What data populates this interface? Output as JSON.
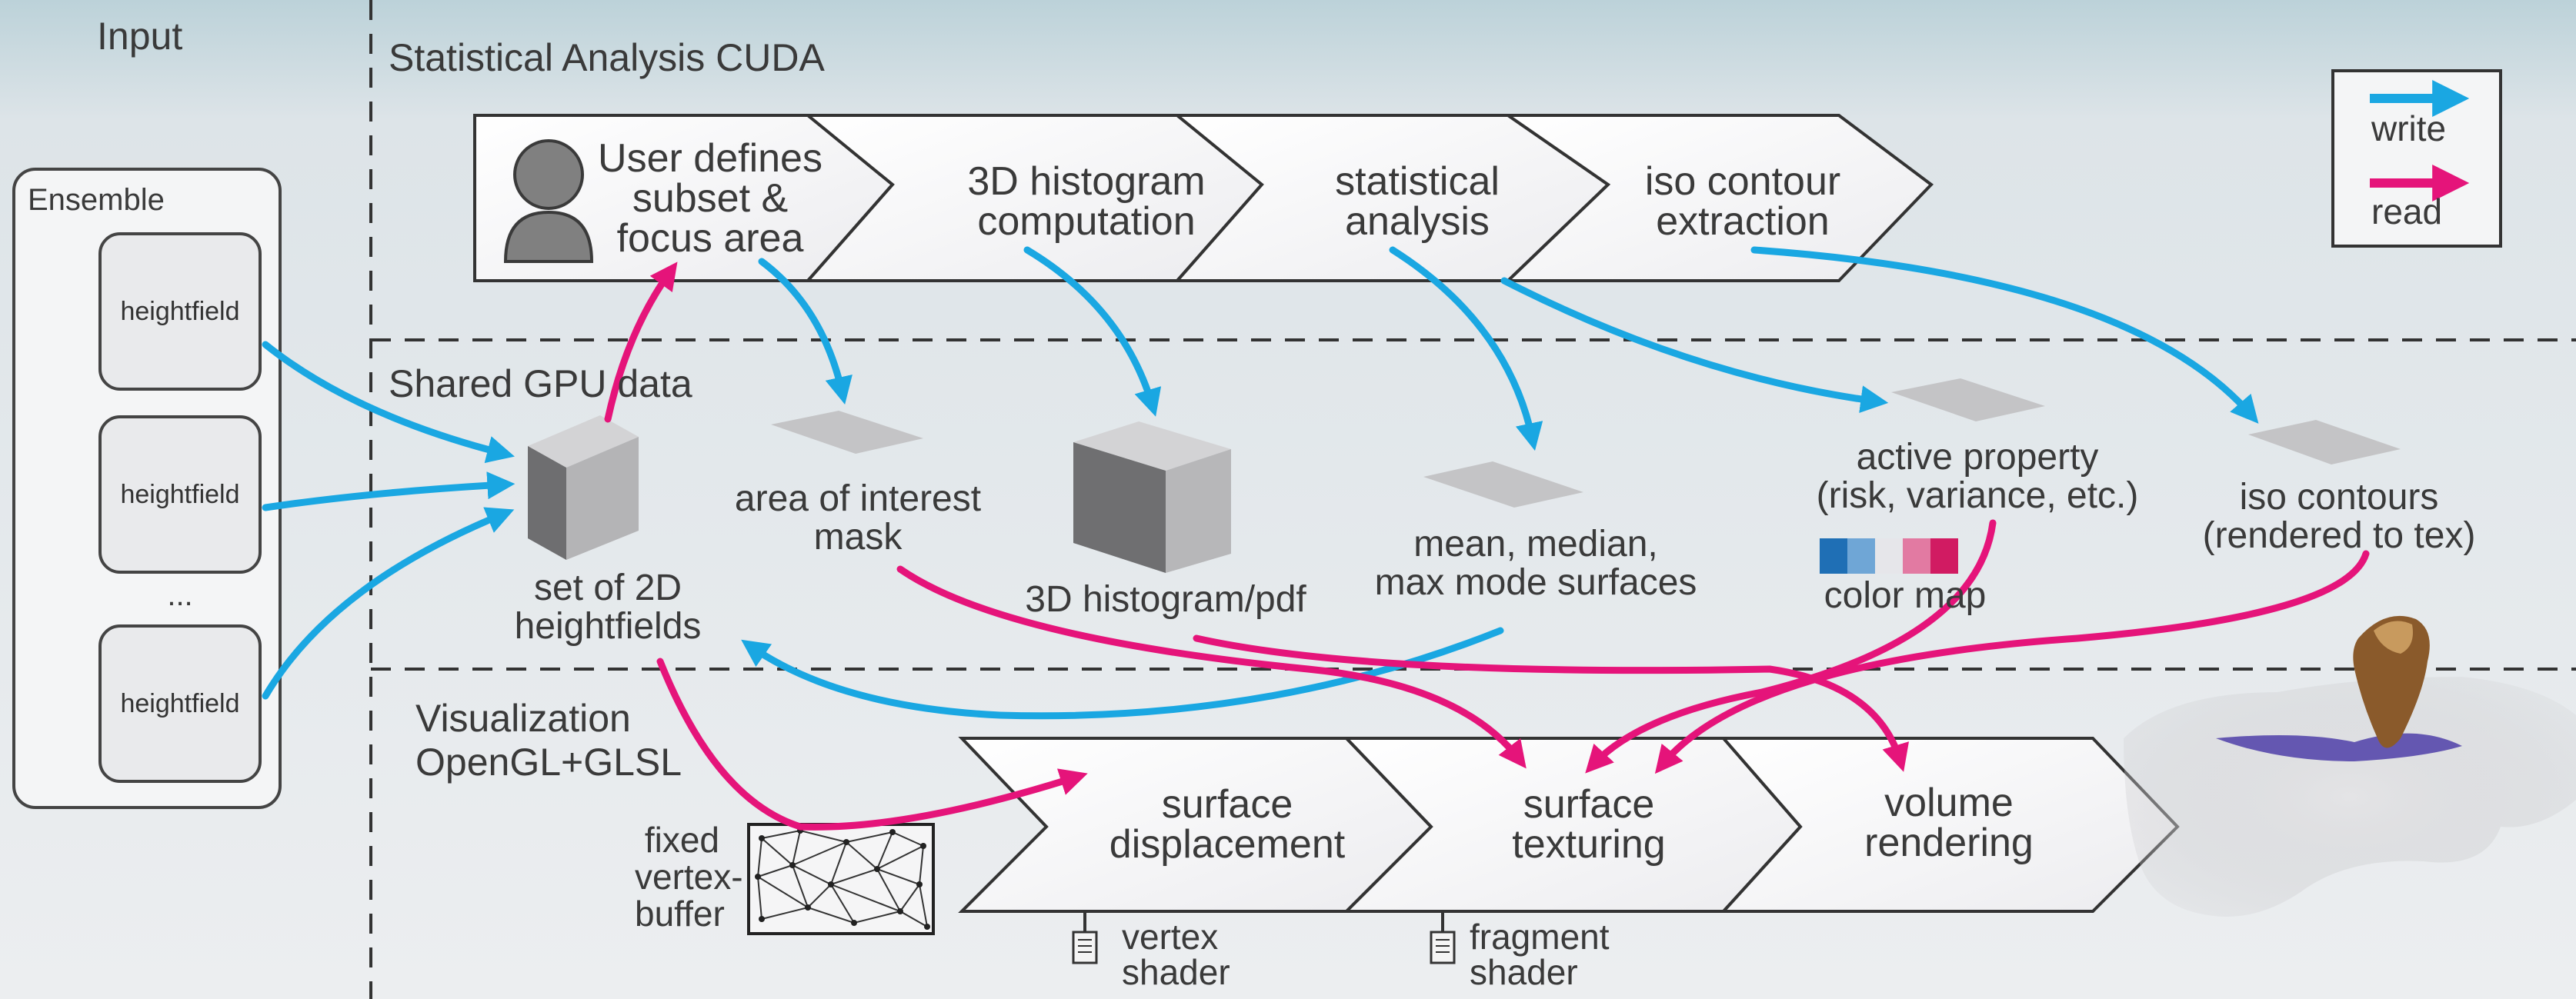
{
  "sections": {
    "input": "Input",
    "stats": "Statistical Analysis CUDA",
    "shared": "Shared GPU data",
    "vis_line1": "Visualization",
    "vis_line2": "OpenGL+GLSL"
  },
  "ensemble": {
    "title": "Ensemble",
    "items": [
      "heightfield",
      "heightfield",
      "...",
      "heightfield"
    ]
  },
  "legend": {
    "write": "write",
    "read": "read",
    "write_color": "#1aa7e2",
    "read_color": "#e5147a"
  },
  "pipeline_cuda": [
    [
      "User defines",
      "subset &",
      "focus area"
    ],
    [
      "3D histogram",
      "computation"
    ],
    [
      "statistical",
      "analysis"
    ],
    [
      "iso contour",
      "extraction"
    ]
  ],
  "shared_data": {
    "heightfields": [
      "set of 2D",
      "heightfields"
    ],
    "mask": [
      "area of interest",
      "mask"
    ],
    "histogram": "3D histogram/pdf",
    "surfaces": [
      "mean, median,",
      "max mode surfaces"
    ],
    "property": [
      "active property",
      "(risk, variance, etc.)"
    ],
    "colormap": "color map",
    "colormap_colors": [
      "#1f6fb5",
      "#6fa6d6",
      "#e6e6ea",
      "#e27aa2",
      "#d11b62"
    ],
    "contours": [
      "iso contours",
      "(rendered to tex)"
    ]
  },
  "pipeline_vis": [
    [
      "surface",
      "displacement"
    ],
    [
      "surface",
      "texturing"
    ],
    [
      "volume",
      "rendering"
    ]
  ],
  "vertex_buffer": [
    "fixed",
    "vertex-",
    "buffer"
  ],
  "shaders": {
    "vertex": [
      "vertex",
      "shader"
    ],
    "fragment": [
      "fragment",
      "shader"
    ]
  }
}
